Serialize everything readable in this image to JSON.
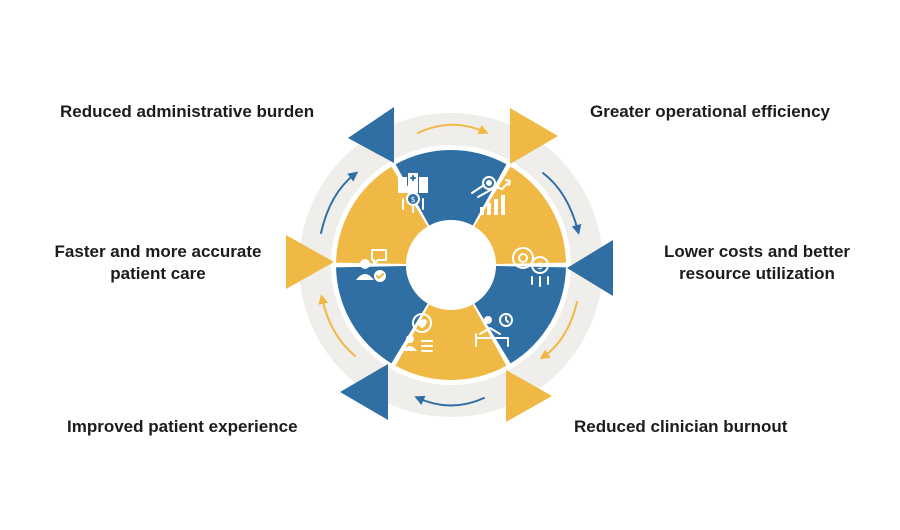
{
  "colors": {
    "blue": "#2f6fa3",
    "blue_light": "#3d86bd",
    "gold": "#f0b945",
    "gold_light": "#f5c963",
    "ring": "#efeeeb",
    "text": "#1c1c1c"
  },
  "labels": {
    "reduced_admin_burden": "Reduced administrative burden",
    "greater_efficiency": "Greater operational efficiency",
    "faster_care": "Faster and more accurate patient care",
    "lower_costs": "Lower costs and better resource utilization",
    "patient_experience": "Improved patient experience",
    "clinician_burnout": "Reduced clinician burnout"
  },
  "segments": [
    {
      "name": "segment-admin",
      "color": "blue",
      "icon": "hospital-cost-icon"
    },
    {
      "name": "segment-efficiency",
      "color": "gold",
      "icon": "growth-chart-gear-icon"
    },
    {
      "name": "segment-costs",
      "color": "blue",
      "icon": "gear-dollar-icon"
    },
    {
      "name": "segment-burnout",
      "color": "gold",
      "icon": "clinician-bed-clock-icon"
    },
    {
      "name": "segment-experience",
      "color": "blue",
      "icon": "patient-heart-gear-icon"
    },
    {
      "name": "segment-care",
      "color": "gold",
      "icon": "doctor-chat-check-icon"
    }
  ]
}
